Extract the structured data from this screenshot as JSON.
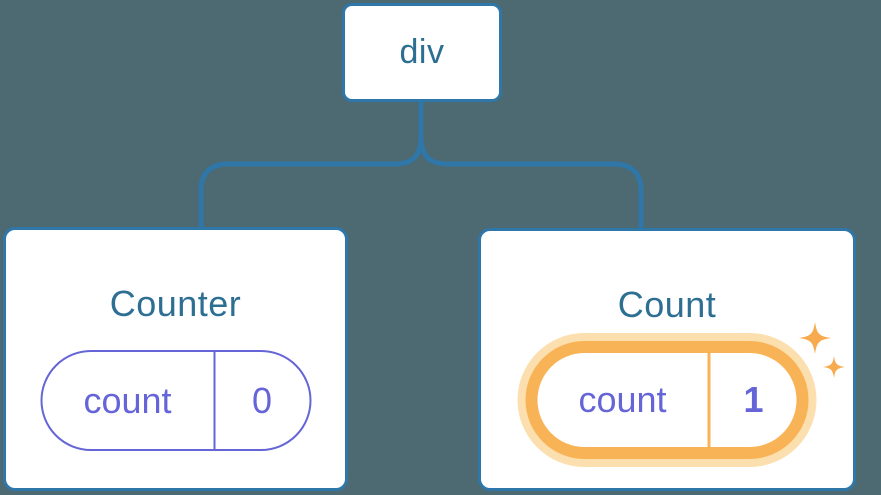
{
  "diagram": {
    "root": {
      "label": "div"
    },
    "children": [
      {
        "title": "Counter",
        "state": {
          "name": "count",
          "value": "0"
        },
        "highlighted": false
      },
      {
        "title": "Count",
        "state": {
          "name": "count",
          "value": "1"
        },
        "highlighted": true
      }
    ],
    "icons": [
      {
        "name": "sparkle-icon",
        "meaning": "new/fresh state highlight",
        "count": 2
      }
    ]
  },
  "colors": {
    "background": "#4d6972",
    "line-blue": "#2e77a8",
    "node-text": "#2d6e93",
    "state-purple": "#6565d8",
    "highlight-orange": "#f9b357",
    "highlight-glow": "#fcdfae",
    "sparkle-orange": "#f7ab4e",
    "card-bg": "#ffffff"
  }
}
